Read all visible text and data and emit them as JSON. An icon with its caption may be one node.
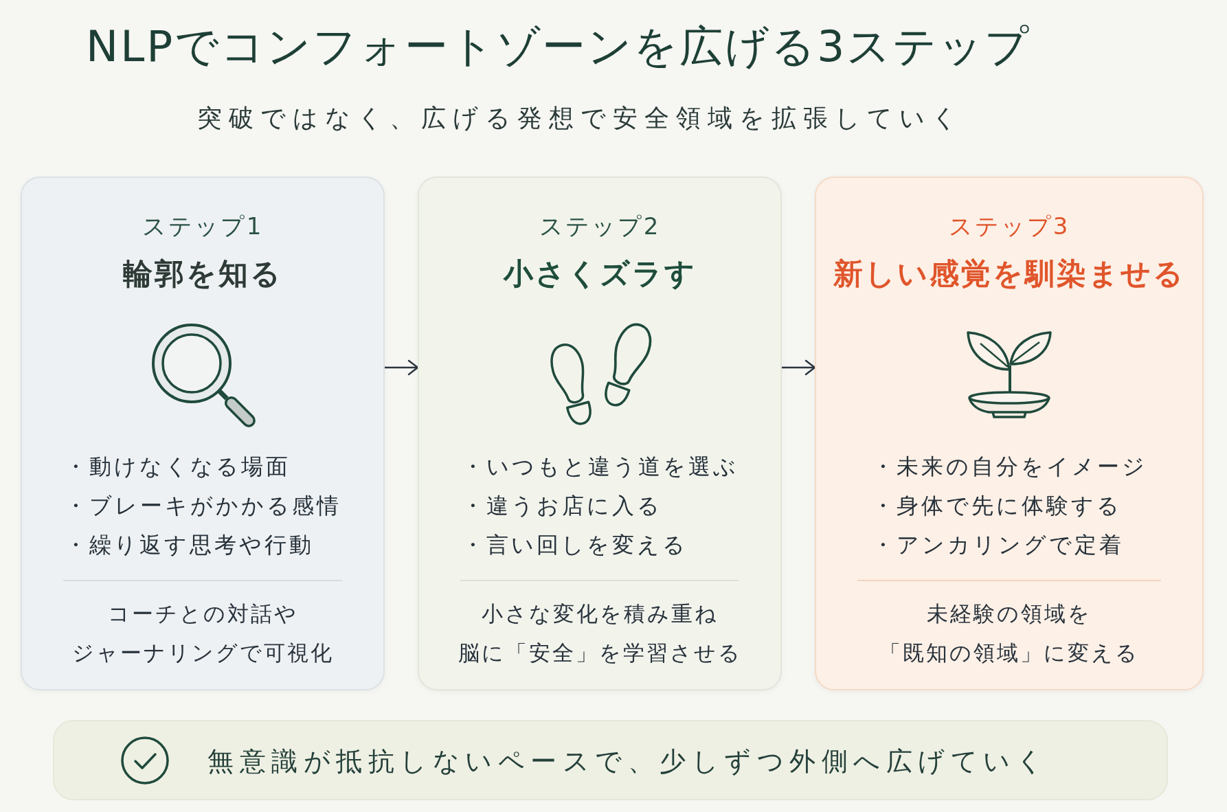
{
  "diagram": {
    "title": "NLPでコンフォートゾーンを広げる3ステップ",
    "nodes": [
      {
        "text": [
          "ステップ1",
          "輪郭を知る",
          "・動けなくなる場面",
          "・ブレーキがかかる感情",
          "・繰り返す思考や行動",
          "コーチとの対話やジャーナリングで可視化"
        ]
      },
      {
        "text": [
          "ステップ2",
          "小さくズラす",
          "・いつもと違う道を選ぶ",
          "・違うお店に入る",
          "・言い回しを変える",
          "小さな変化を積み重ね脳に「安全」を学習させる"
        ]
      },
      {
        "text": [
          "ステップ3",
          "新しい感覚を馴染ませる",
          "・未来の自分をイメージ",
          "・身体で先に体験する",
          "・アンカリングで定着",
          "未経験の領域を「既知の領域」に変える"
        ]
      },
      {
        "text": [
          "無意識が抵抗しないペースで、少しずつ外側へ広げていく"
        ]
      }
    ],
    "edges": [
      {
        "from": 0,
        "to": 1,
        "arrow": "to"
      },
      {
        "from": 1,
        "to": 2,
        "arrow": "to"
      }
    ],
    "labels": [
      "突破ではなく、広げる発想で安全領域を拡張していく"
    ]
  }
}
